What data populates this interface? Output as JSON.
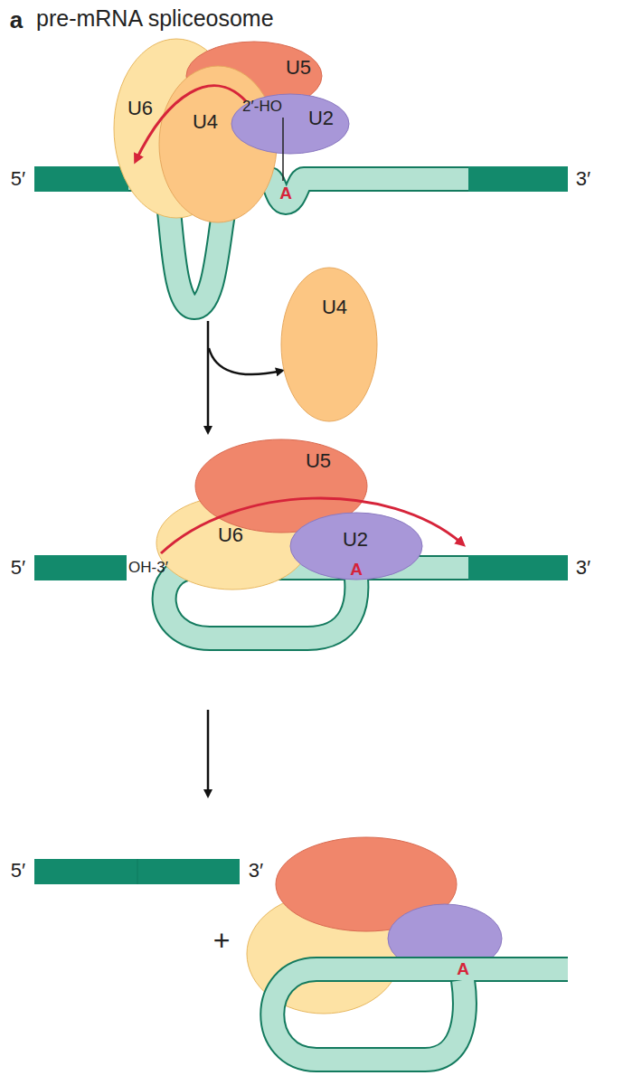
{
  "diagram": {
    "title": "pre-mRNA spliceosome",
    "nodes": [
      {
        "text": [
          "U6"
        ]
      },
      {
        "text": [
          "U5"
        ]
      },
      {
        "text": [
          "U4"
        ]
      },
      {
        "text": [
          "U2"
        ]
      },
      {
        "text": [
          "U4"
        ]
      },
      {
        "text": [
          "U5"
        ]
      },
      {
        "text": [
          "U6"
        ]
      },
      {
        "text": [
          "U2"
        ]
      }
    ],
    "labels": [
      "a",
      "2′-HO",
      "A",
      "5′",
      "3′",
      "OH-3′",
      "A",
      "5′",
      "3′",
      "5′",
      "3′",
      "+",
      "A"
    ]
  }
}
